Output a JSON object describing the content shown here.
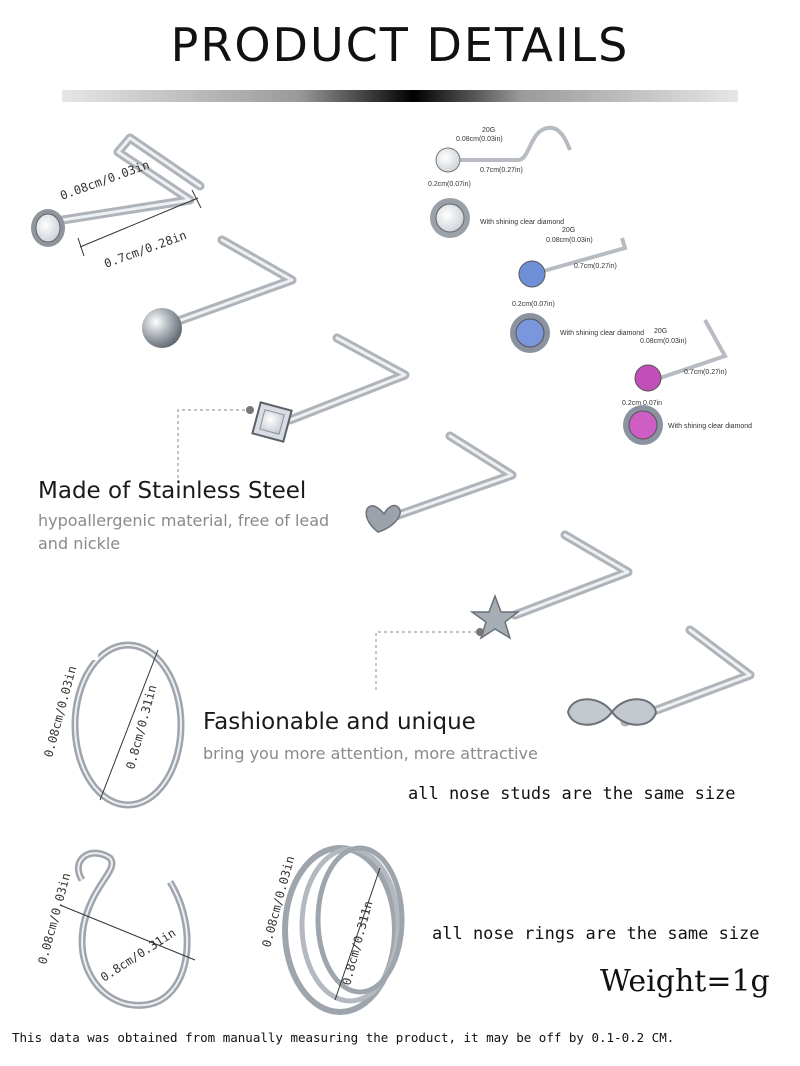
{
  "header": {
    "title": "PRODUCT DETAILS"
  },
  "studs": {
    "bend_diameter": "0.08cm/0.03in",
    "post_length": "0.7cm/0.28in"
  },
  "specs": [
    {
      "gauge": "20G",
      "wire": "0.08cm(0.03in)",
      "length": "0.7cm(0.27in)",
      "head": "0.2cm(0.07in)",
      "caption": "With shining clear diamond",
      "gem_color": "#e8ecf2"
    },
    {
      "gauge": "20G",
      "wire": "0.08cm(0.03in)",
      "length": "0.7cm(0.27in)",
      "head": "0.2cm(0.07in)",
      "caption": "With shining clear diamond",
      "gem_color": "#6f8fd6"
    },
    {
      "gauge": "20G",
      "wire": "0.08cm(0.03in)",
      "length": "0.7cm(0.27in)",
      "head": "0.2cm 0.07in",
      "caption": "With shining clear diamond",
      "gem_color": "#c24fb8"
    }
  ],
  "feature1": {
    "title": "Made of Stainless Steel",
    "subtitle_line1": "hypoallergenic material, free of lead",
    "subtitle_line2": "and nickle"
  },
  "feature2": {
    "title": "Fashionable and unique",
    "subtitle": "bring you more attention, more attractive"
  },
  "rings": {
    "wire": "0.08cm/0.03in",
    "diameter": "0.8cm/0.31in",
    "diameter_alt": "0.8cm/0.31in",
    "diameter_short": "0.8cm/0.311n"
  },
  "notes": {
    "studs_same": "all nose studs are the same size",
    "rings_same": "all nose rings are the same size",
    "weight": "Weight=1g",
    "disclaimer": "This data was obtained from manually measuring the product, it may be off by 0.1-0.2 CM."
  },
  "colors": {
    "steel": "#b9bec4",
    "steel_dark": "#7c838b",
    "text_gray": "#8a8a8a"
  }
}
